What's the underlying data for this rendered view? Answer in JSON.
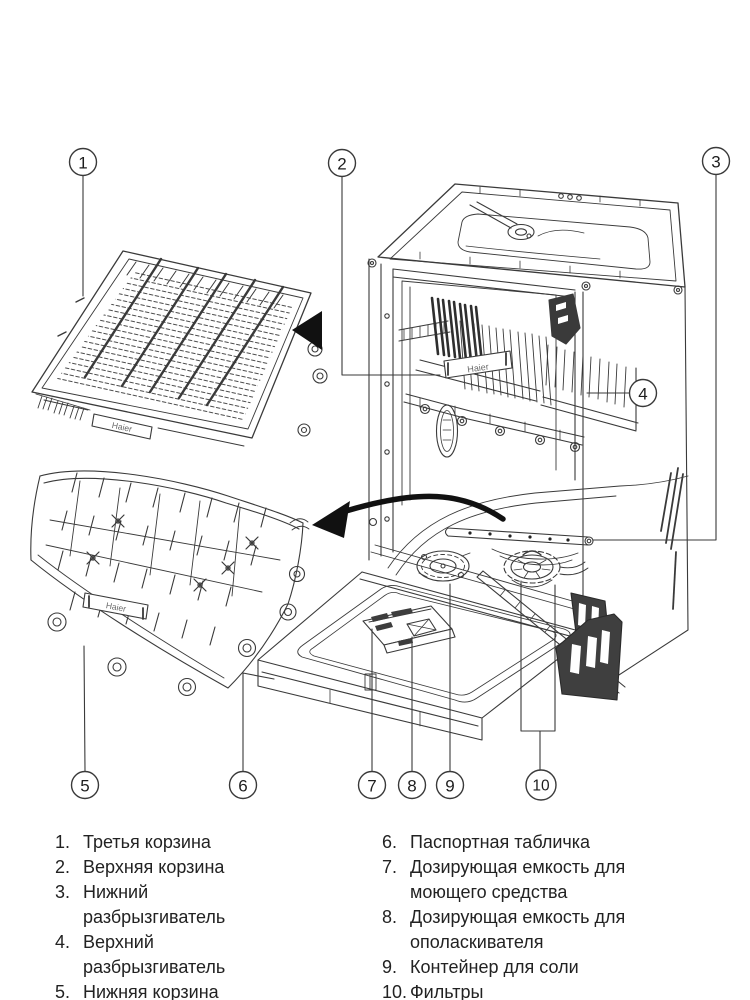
{
  "figure": {
    "description_language": "ru",
    "brand": "Haier",
    "callouts": {
      "c1": "1",
      "c2": "2",
      "c3": "3",
      "c4": "4",
      "c5": "5",
      "c6": "6",
      "c7": "7",
      "c8": "8",
      "c9": "9",
      "c10": "10"
    }
  },
  "colors": {
    "line": "#3a3a3a",
    "dark": "#161616",
    "text": "#222222",
    "background": "#ffffff"
  },
  "legend": {
    "left": [
      {
        "num": "1.",
        "text": "Третья корзина"
      },
      {
        "num": "2.",
        "text": "Верхняя корзина"
      },
      {
        "num": "3.",
        "text": "Нижний разбрызгиватель"
      },
      {
        "num": "4.",
        "text": "Верхний разбрызгиватель"
      },
      {
        "num": "5.",
        "text": "Нижняя корзина"
      }
    ],
    "right": [
      {
        "num": "6.",
        "text": "Паспортная табличка"
      },
      {
        "num": "7.",
        "text": "Дозирующая емкость для моющего средства"
      },
      {
        "num": "8.",
        "text": "Дозирующая емкость для ополаскивателя"
      },
      {
        "num": "9.",
        "text": "Контейнер для соли"
      },
      {
        "num": "10.",
        "text": "Фильтры"
      }
    ]
  }
}
